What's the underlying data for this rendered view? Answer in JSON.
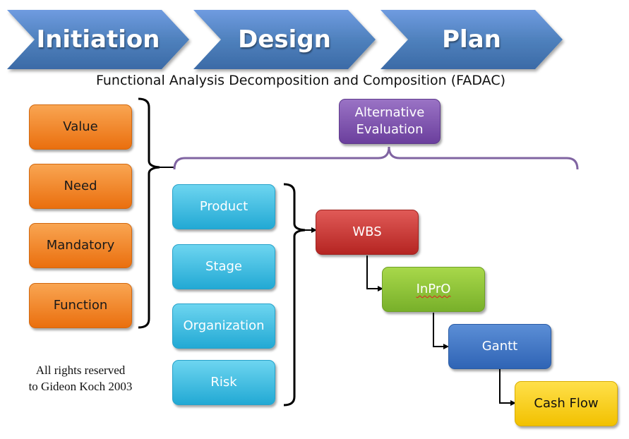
{
  "phases": [
    "Initiation",
    "Design",
    "Plan"
  ],
  "subtitle": "Functional Analysis Decomposition  and Composition (FADAC)",
  "left_boxes": [
    "Value",
    "Need",
    "Mandatory",
    "Function"
  ],
  "alternative_evaluation": "Alternative\nEvaluation",
  "middle_boxes": [
    "Product",
    "Stage",
    "Organization",
    "Risk"
  ],
  "cascade": {
    "wbs": "WBS",
    "inpro": "InPrO",
    "gantt": "Gantt",
    "cash_flow": "Cash Flow"
  },
  "copyright": "All rights reserved\nto Gideon Koch 2003",
  "colors": {
    "chevron": "#4f81bd",
    "orange": "#ea6f0e",
    "cyan": "#22a9d4",
    "purple": "#7e57b0",
    "red": "#c0302d",
    "green": "#8dc63f",
    "blue": "#3a70c0",
    "yellow": "#ffd200"
  }
}
